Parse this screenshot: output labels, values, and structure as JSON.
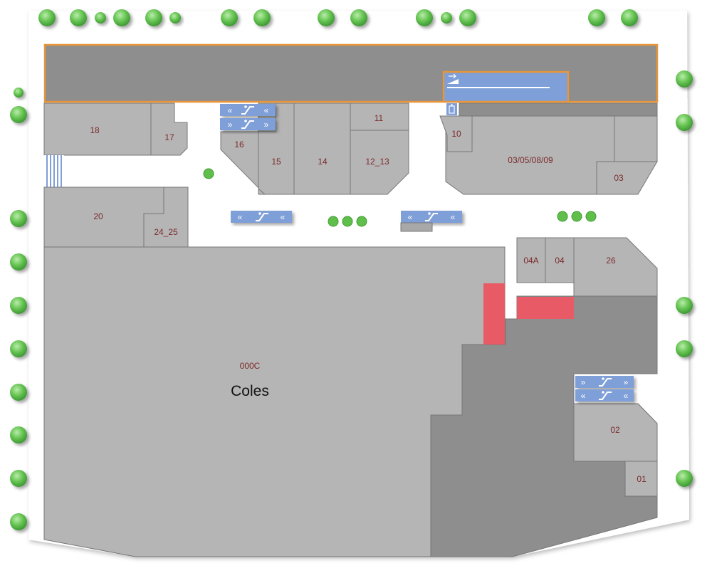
{
  "map": {
    "colors": {
      "store": "#b6b5b6",
      "store_stroke": "#777777",
      "dark_area": "#8e8e8e",
      "carpark_border": "#e8963a",
      "escalator": "#7f9fd8",
      "restricted": "#e85a66",
      "tree": "#5fbf4a",
      "label": "#7a2b2b"
    },
    "anchor_store": {
      "code": "000C",
      "name": "Coles"
    },
    "stores": [
      {
        "id": "18",
        "label": "18"
      },
      {
        "id": "17",
        "label": "17"
      },
      {
        "id": "16",
        "label": "16"
      },
      {
        "id": "15",
        "label": "15"
      },
      {
        "id": "14",
        "label": "14"
      },
      {
        "id": "11",
        "label": "11"
      },
      {
        "id": "12_13",
        "label": "12_13"
      },
      {
        "id": "10",
        "label": "10"
      },
      {
        "id": "03_05_08_09",
        "label": "03/05/08/09"
      },
      {
        "id": "03",
        "label": "03"
      },
      {
        "id": "20",
        "label": "20"
      },
      {
        "id": "24_25",
        "label": "24_25"
      },
      {
        "id": "04A",
        "label": "04A"
      },
      {
        "id": "04",
        "label": "04"
      },
      {
        "id": "26",
        "label": "26"
      },
      {
        "id": "02",
        "label": "02"
      },
      {
        "id": "01",
        "label": "01"
      }
    ],
    "icons": {
      "escalator": "escalator-icon",
      "travelator": "travelator-icon",
      "lift": "lift-icon",
      "stairs": "stairs-icon",
      "tree": "tree-icon",
      "shrub": "shrub-icon"
    }
  }
}
